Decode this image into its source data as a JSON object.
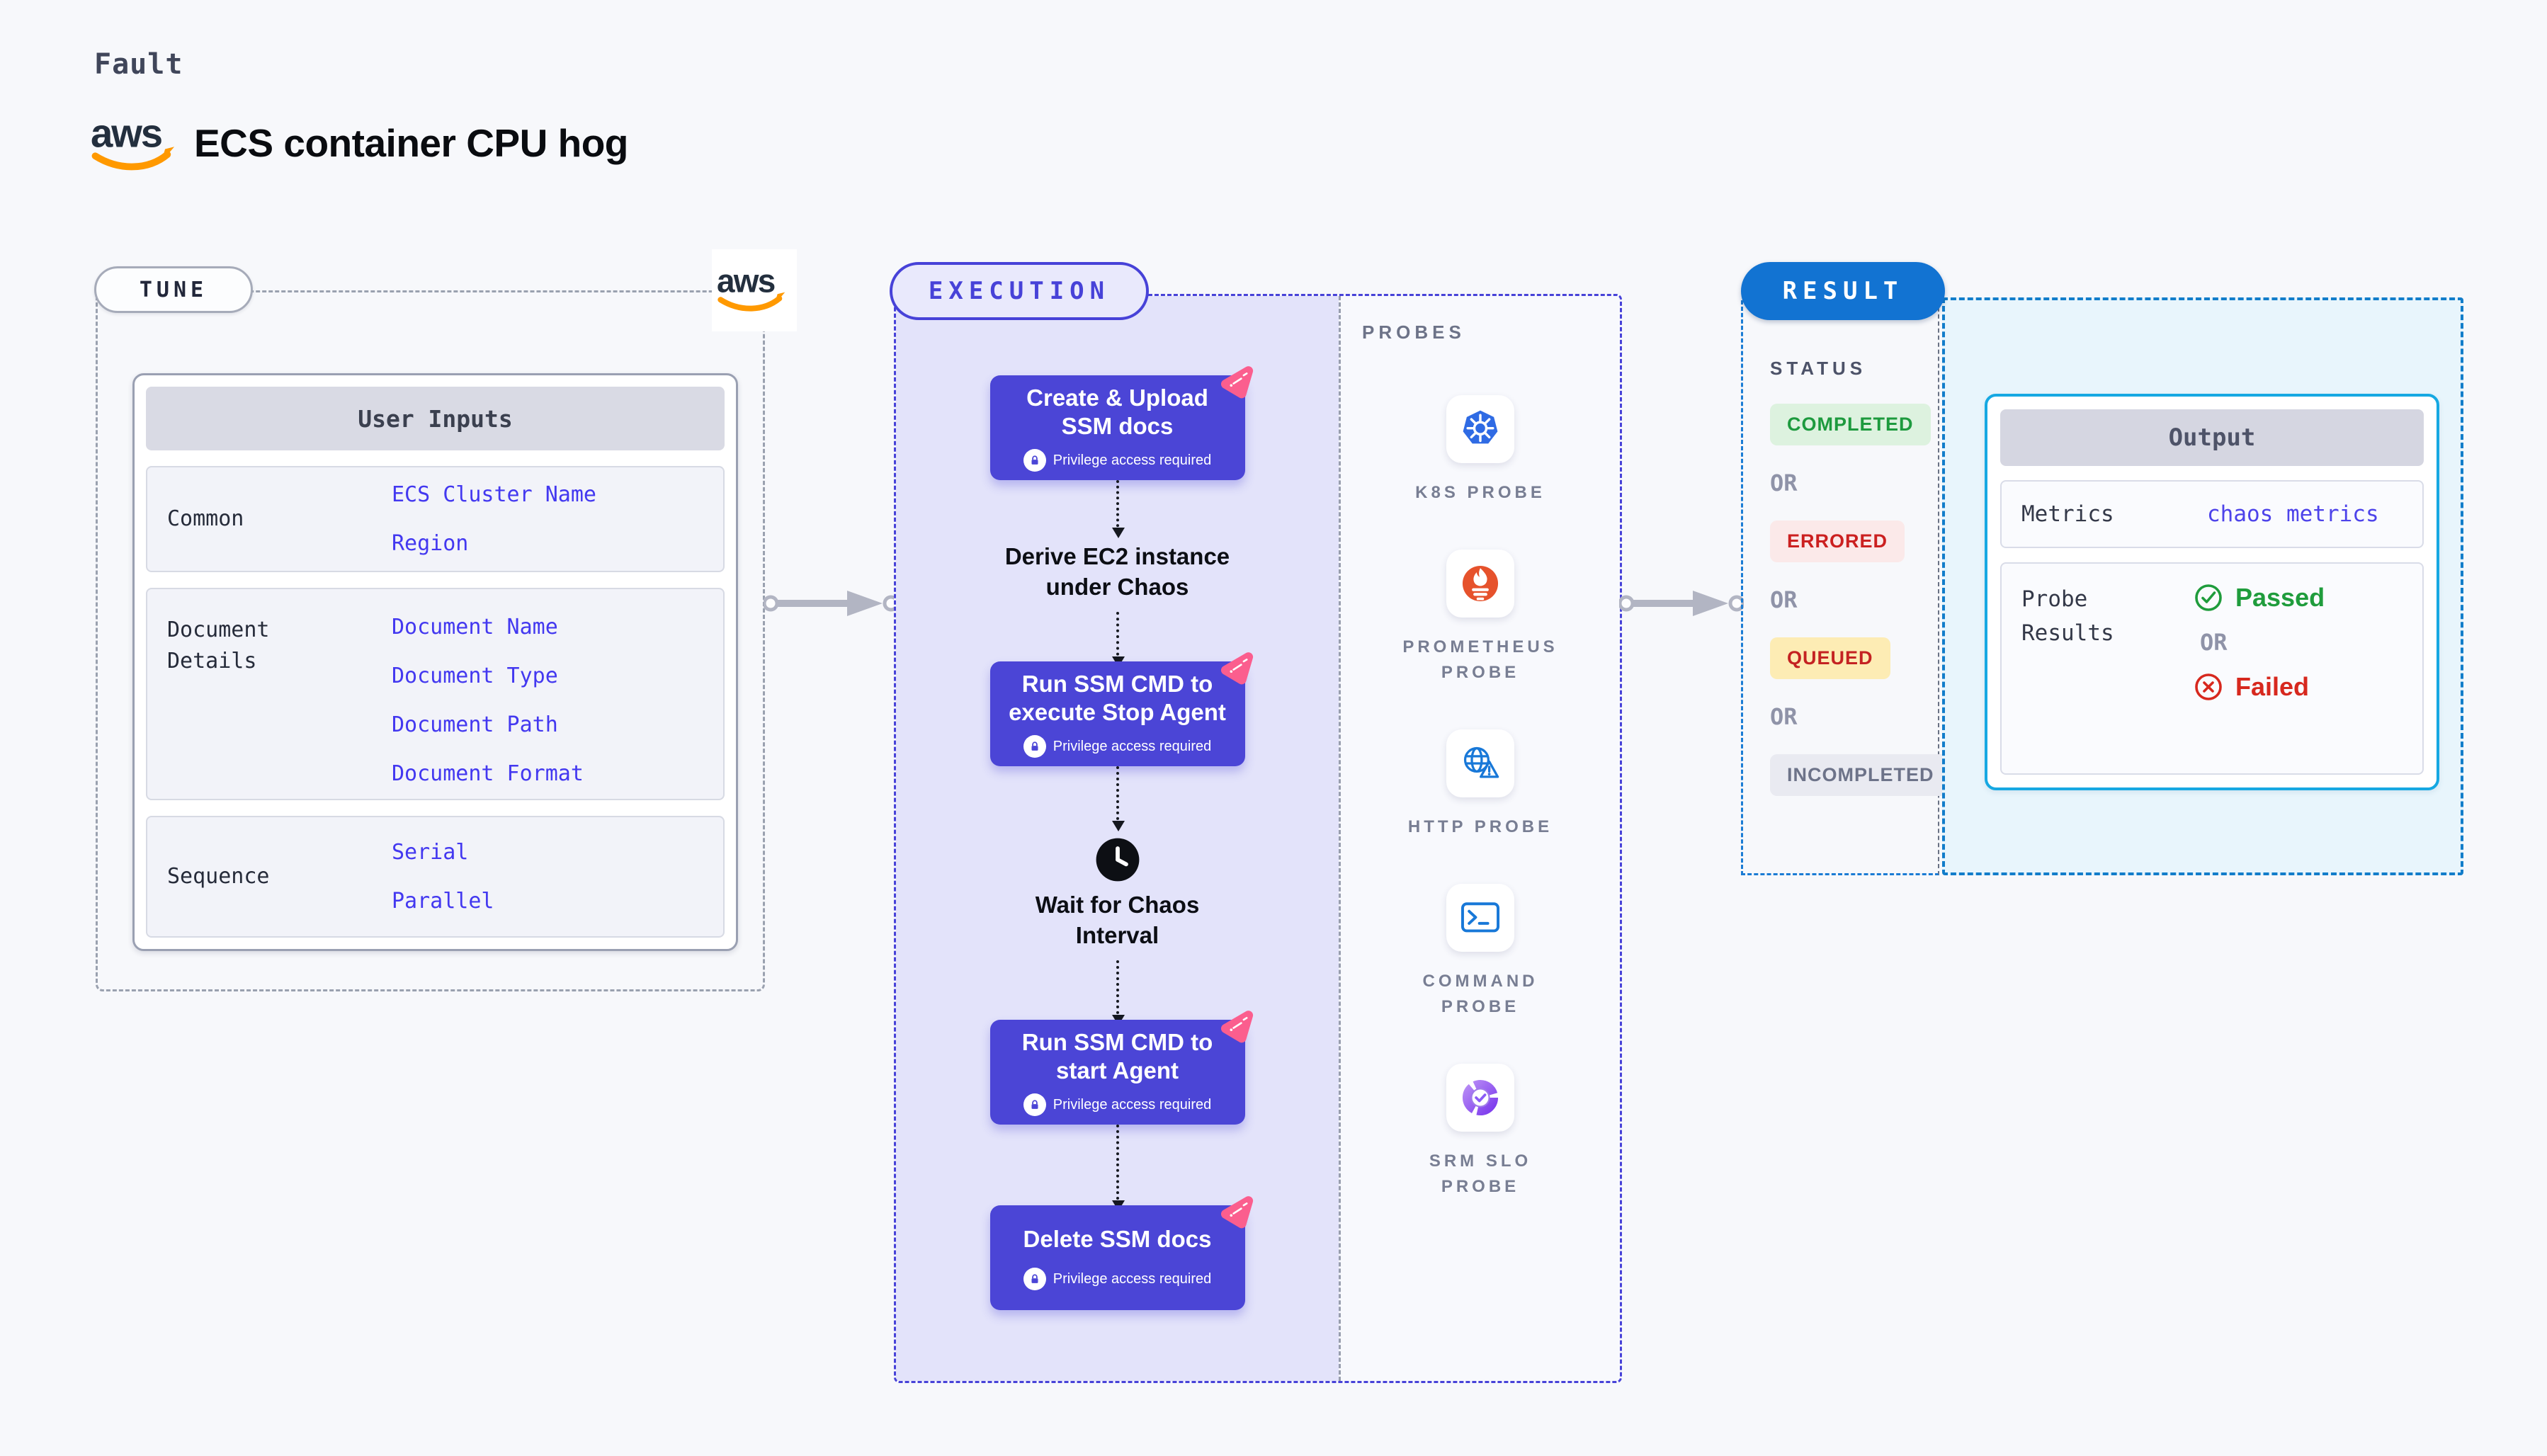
{
  "header": {
    "eyebrow": "Fault",
    "title": "ECS container CPU hog",
    "aws_logo": "aws"
  },
  "tune": {
    "label": "TUNE",
    "user_inputs": {
      "title": "User Inputs",
      "rows": [
        {
          "label": "Common",
          "values": [
            "ECS Cluster Name",
            "Region"
          ]
        },
        {
          "label": "Document Details",
          "values": [
            "Document Name",
            "Document Type",
            "Document Path",
            "Document Format"
          ]
        },
        {
          "label": "Sequence",
          "values": [
            "Serial",
            "Parallel"
          ]
        }
      ]
    }
  },
  "execution": {
    "label": "EXECUTION",
    "privilege_note": "Privilege access required",
    "steps": [
      {
        "type": "action",
        "lines": [
          "Create & Upload",
          "SSM docs"
        ]
      },
      {
        "type": "text",
        "lines": [
          "Derive EC2 instance",
          "under Chaos"
        ]
      },
      {
        "type": "action",
        "lines": [
          "Run SSM CMD to",
          "execute Stop Agent"
        ]
      },
      {
        "type": "wait",
        "lines": [
          "Wait for Chaos",
          "Interval"
        ]
      },
      {
        "type": "action",
        "lines": [
          "Run SSM CMD to",
          "start Agent"
        ]
      },
      {
        "type": "action",
        "lines": [
          "Delete SSM docs"
        ]
      }
    ],
    "probes": {
      "title": "PROBES",
      "items": [
        {
          "name": "K8S PROBE",
          "lines": [
            "K8S PROBE",
            ""
          ],
          "icon": "kubernetes-icon"
        },
        {
          "name": "PROMETHEUS PROBE",
          "lines": [
            "PROMETHEUS",
            "PROBE"
          ],
          "icon": "prometheus-icon"
        },
        {
          "name": "HTTP PROBE",
          "lines": [
            "HTTP PROBE",
            ""
          ],
          "icon": "http-globe-icon"
        },
        {
          "name": "COMMAND PROBE",
          "lines": [
            "COMMAND",
            "PROBE"
          ],
          "icon": "terminal-icon"
        },
        {
          "name": "SRM SLO PROBE",
          "lines": [
            "SRM SLO",
            "PROBE"
          ],
          "icon": "slo-gauge-icon"
        }
      ]
    }
  },
  "result": {
    "label": "RESULT",
    "status": {
      "title": "STATUS",
      "separator": "OR",
      "badges": [
        {
          "text": "COMPLETED",
          "kind": "completed"
        },
        {
          "text": "ERRORED",
          "kind": "errored"
        },
        {
          "text": "QUEUED",
          "kind": "queued"
        },
        {
          "text": "INCOMPLETED",
          "kind": "incompleted"
        }
      ]
    },
    "output": {
      "title": "Output",
      "metrics_label": "Metrics",
      "metrics_value": "chaos metrics",
      "probe_results_label_lines": [
        "Probe",
        "Results"
      ],
      "passed": "Passed",
      "separator": "OR",
      "failed": "Failed"
    }
  },
  "colors": {
    "accent_indigo": "#4742d8",
    "node_bg": "#4b45d6",
    "badge_pink": "#fb5e8e",
    "result_pill_blue": "#1273d2",
    "output_border_cyan": "#16a8e2",
    "completed_green": "#1d9a3e",
    "errored_red": "#cb2020",
    "queued_bg_yellow": "#fdecb4",
    "input_link_blue": "#4338f0",
    "aws_orange": "#ff9900"
  }
}
